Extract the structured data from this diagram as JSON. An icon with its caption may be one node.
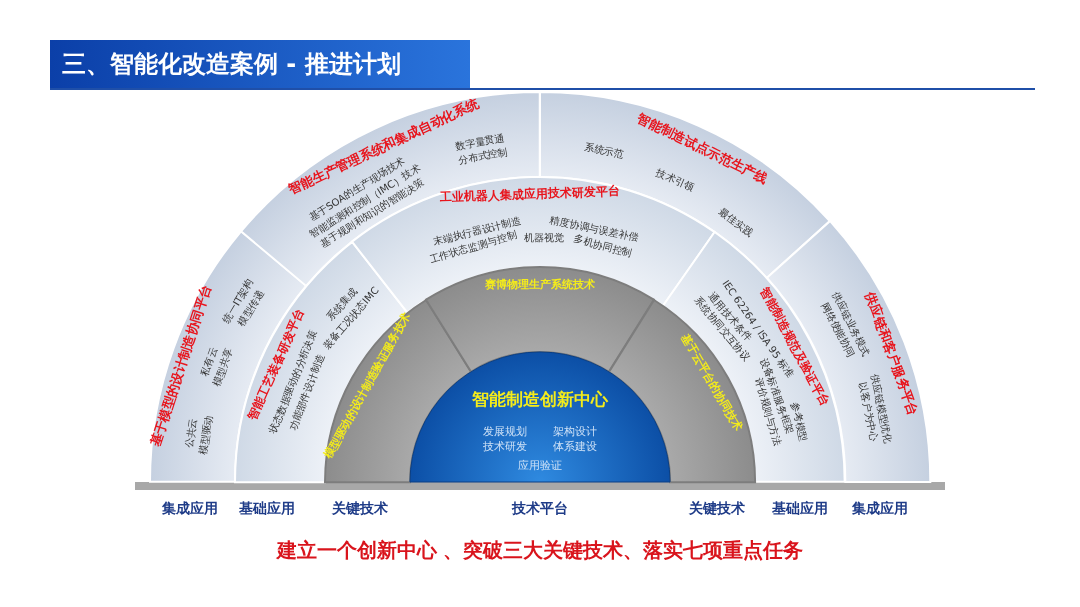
{
  "diagram": {
    "title": "三、智能化改造案例 - 推进计划",
    "nodes": [
      {
        "text": [
          "基于模型的设计制造协同平台",
          "公共云",
          "模型驱动",
          "私有云",
          "模型共享",
          "统一IT架构",
          "模型传递"
        ]
      },
      {
        "text": [
          "智能生产管理系统和集成自动化系统",
          "基于SOA的生产现场技术",
          "智能监测和控制（IMC）技术",
          "基于规则和知识的智能决策",
          "数字量贯通",
          "分布式控制"
        ]
      },
      {
        "text": [
          "智能制造试点示范生产线",
          "系统示范",
          "技术引领",
          "最佳实践"
        ]
      },
      {
        "text": [
          "供应链和客户服务平台",
          "供应链业务模式",
          "网络使能协同",
          "供应链模型优化",
          "以客户为中心"
        ]
      },
      {
        "text": [
          "智能工艺装备研发平台",
          "状态数据驱动的分析决策",
          "系统集成",
          "功能部件设计制造",
          "装备工况状态IMC"
        ]
      },
      {
        "text": [
          "工业机器人集成应用技术研发平台",
          "末端执行器设计制造",
          "精度协调与误差补偿",
          "工作状态监测与控制",
          "机器视觉",
          "多机协同控制"
        ]
      },
      {
        "text": [
          "智能制造规范及验证平台",
          "IEC 62264 / ISA 95 标准",
          "参考模型",
          "通用技术条件",
          "设备标准服务框架",
          "系统协同交互协议",
          "评价规则与方法"
        ]
      },
      {
        "text": [
          "模型驱动的设计制造验证服务技术"
        ]
      },
      {
        "text": [
          "赛博物理生产系统技术"
        ]
      },
      {
        "text": [
          "基于云平台的协同技术"
        ]
      },
      {
        "text": [
          "智能制造创新中心",
          "发展规划",
          "架构设计",
          "技术研发",
          "体系建设",
          "应用验证"
        ]
      }
    ],
    "labels": [
      "集成应用",
      "基础应用",
      "关键技术",
      "技术平台",
      "关键技术",
      "基础应用",
      "集成应用",
      "建立一个创新中心 、突破三大关键技术、落实七项重点任务"
    ]
  }
}
